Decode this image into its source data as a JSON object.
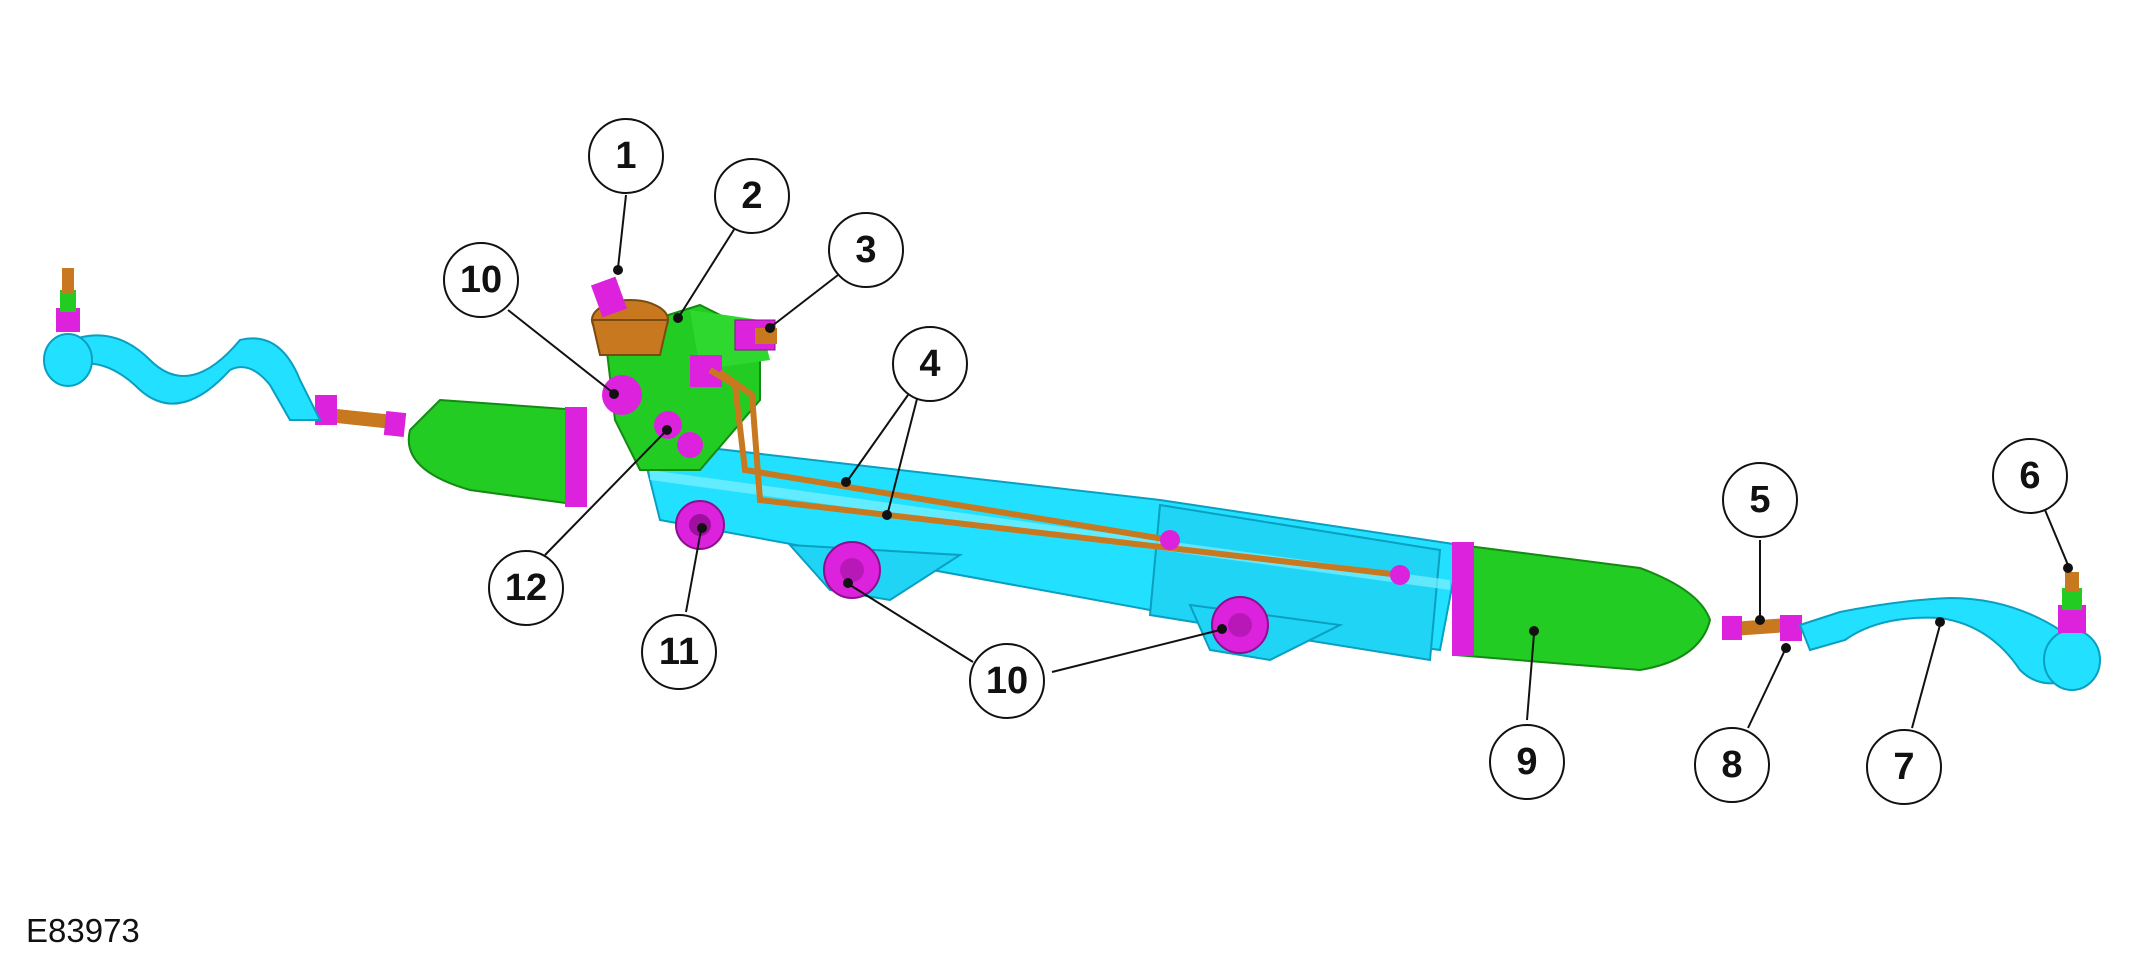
{
  "figure_id": "E83973",
  "colors": {
    "housing": "#22e0ff",
    "boot": "#22cc22",
    "fitting": "#dd22dd",
    "line": "#c8781e",
    "outline": "#111111"
  },
  "callouts": [
    {
      "id": "callout-1",
      "label": "1"
    },
    {
      "id": "callout-2",
      "label": "2"
    },
    {
      "id": "callout-3",
      "label": "3"
    },
    {
      "id": "callout-4",
      "label": "4"
    },
    {
      "id": "callout-5",
      "label": "5"
    },
    {
      "id": "callout-6",
      "label": "6"
    },
    {
      "id": "callout-7",
      "label": "7"
    },
    {
      "id": "callout-8",
      "label": "8"
    },
    {
      "id": "callout-9",
      "label": "9"
    },
    {
      "id": "callout-10a",
      "label": "10"
    },
    {
      "id": "callout-10b",
      "label": "10"
    },
    {
      "id": "callout-11",
      "label": "11"
    },
    {
      "id": "callout-12",
      "label": "12"
    }
  ]
}
